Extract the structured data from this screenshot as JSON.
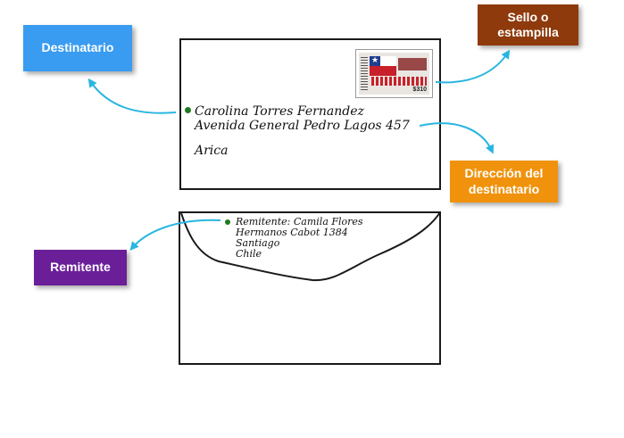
{
  "labels": {
    "destinatario": "Destinatario",
    "sello": "Sello o estampilla",
    "direccion": "Dirección del destinatario",
    "remitente": "Remitente"
  },
  "recipient": {
    "name": "Carolina Torres Fernandez",
    "street": "Avenida General Pedro Lagos 457",
    "city": "Arica"
  },
  "sender": {
    "line1": "Remitente: Camila Flores",
    "line2": "Hermanos Cabot 1384",
    "line3": "Santiago",
    "line4": "Chile"
  },
  "stamp": {
    "value": "$310"
  },
  "colors": {
    "destinatario": "#3a9cf0",
    "sello": "#8e3a0c",
    "direccion": "#f0920c",
    "remitente": "#6a1f99",
    "arrow": "#29b6e0",
    "dot": "#1f7a1f"
  }
}
